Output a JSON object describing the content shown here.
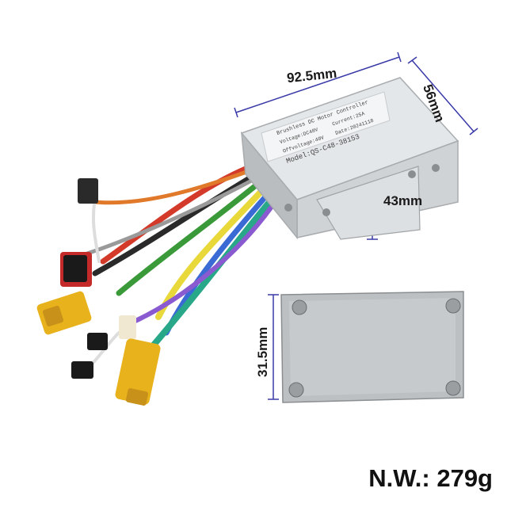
{
  "dimensions": {
    "length": "92.5mm",
    "width": "56mm",
    "height": "43mm",
    "plate_height": "31.5mm"
  },
  "label": {
    "line1": "Brushless DC Motor Controller",
    "line2a": "Voltage:DC48V",
    "line2b": "Current:25A",
    "line3a": "Offvoltage:40V",
    "line3b": "Date:20241118",
    "model": "Model:QS-C48-38153"
  },
  "net_weight": "N.W.: 279g",
  "colors": {
    "dimension_line": "#3a3aa8",
    "housing": "#cfd3d6",
    "plate": "#bcc0c3",
    "connector_yellow": "#e8b21c"
  }
}
